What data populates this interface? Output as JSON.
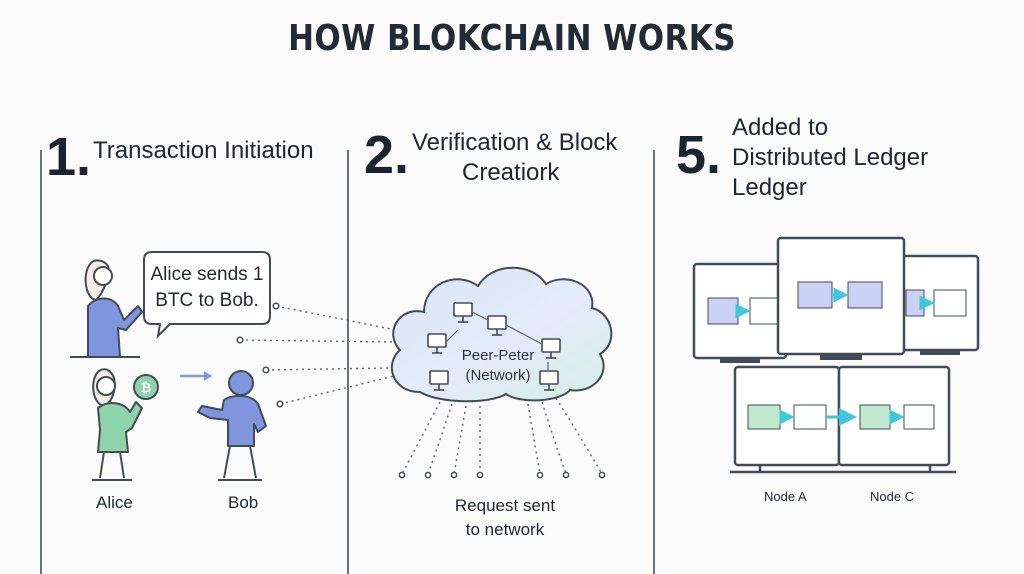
{
  "title": "HOW BLOKCHAIN WORKS",
  "steps": [
    {
      "number": "1.",
      "lines": [
        "Transaction Initiation"
      ]
    },
    {
      "number": "2.",
      "lines": [
        "Verification & Block",
        "Creatiork"
      ]
    },
    {
      "number": "5.",
      "lines": [
        "Added to",
        "Distributed Ledger",
        "Ledger"
      ]
    }
  ],
  "speech_bubble": {
    "lines": [
      "Alice sends 1",
      "BTC to Bob."
    ]
  },
  "people": {
    "alice": "Alice",
    "bob": "Bob"
  },
  "network": {
    "lines": [
      "Peer-Peter",
      "(Network)"
    ]
  },
  "request_caption": {
    "lines": [
      "Request sent",
      "to network"
    ]
  },
  "nodes": {
    "left": "Node A",
    "right": "Node C"
  },
  "colors": {
    "line": "#5a6270",
    "alice_green": "#8fd3a8",
    "bob_blue": "#7f95dd",
    "cloud_fill": "#dfe8f7",
    "block_blue": "#c9d2f4",
    "block_green": "#bfe8cc",
    "arrow_cyan": "#3fc7dd"
  }
}
